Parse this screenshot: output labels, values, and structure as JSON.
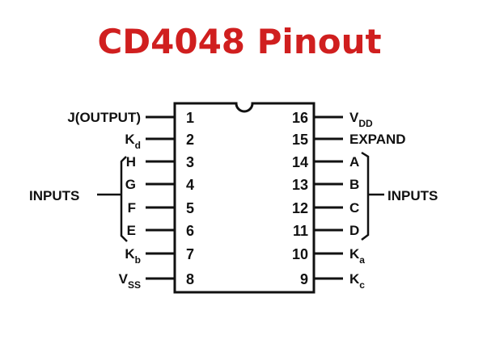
{
  "title": "CD4048 Pinout",
  "chip": {
    "left_pins": [
      {
        "num": "1",
        "label": "J(OUTPUT)",
        "sub": ""
      },
      {
        "num": "2",
        "label": "K",
        "sub": "d"
      },
      {
        "num": "3",
        "label": "H",
        "sub": ""
      },
      {
        "num": "4",
        "label": "G",
        "sub": ""
      },
      {
        "num": "5",
        "label": "F",
        "sub": ""
      },
      {
        "num": "6",
        "label": "E",
        "sub": ""
      },
      {
        "num": "7",
        "label": "K",
        "sub": "b"
      },
      {
        "num": "8",
        "label": "V",
        "sub": "SS"
      }
    ],
    "right_pins": [
      {
        "num": "16",
        "label": "V",
        "sub": "DD"
      },
      {
        "num": "15",
        "label": "EXPAND",
        "sub": ""
      },
      {
        "num": "14",
        "label": "A",
        "sub": ""
      },
      {
        "num": "13",
        "label": "B",
        "sub": ""
      },
      {
        "num": "12",
        "label": "C",
        "sub": ""
      },
      {
        "num": "11",
        "label": "D",
        "sub": ""
      },
      {
        "num": "10",
        "label": "K",
        "sub": "a"
      },
      {
        "num": "9",
        "label": "K",
        "sub": "c"
      }
    ],
    "left_group_label": "INPUTS",
    "right_group_label": "INPUTS"
  }
}
